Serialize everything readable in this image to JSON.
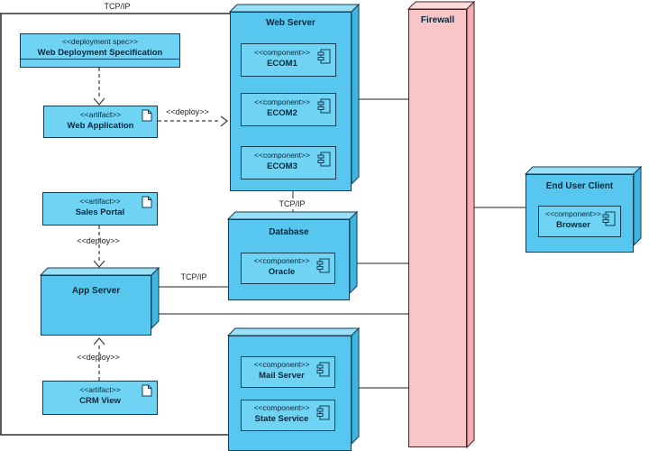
{
  "labels": {
    "tcpip_top": "TCP/IP",
    "tcpip_ws_db": "TCP/IP",
    "tcpip_as_db": "TCP/IP",
    "deploy_ws": "<<deploy>>",
    "deploy_sp": "<<deploy>>",
    "deploy_crm": "<<deploy>>"
  },
  "nodes": {
    "web_server": {
      "title": "Web Server",
      "components": [
        {
          "stereotype": "<<component>>",
          "name": "ECOM1"
        },
        {
          "stereotype": "<<component>>",
          "name": "ECOM2"
        },
        {
          "stereotype": "<<component>>",
          "name": "ECOM3"
        }
      ]
    },
    "database": {
      "title": "Database",
      "components": [
        {
          "stereotype": "<<component>>",
          "name": "Oracle"
        }
      ]
    },
    "services": {
      "title": "",
      "components": [
        {
          "stereotype": "<<component>>",
          "name": "Mail Server"
        },
        {
          "stereotype": "<<component>>",
          "name": "State Service"
        }
      ]
    },
    "app_server": {
      "title": "App Server"
    },
    "firewall": {
      "title": "Firewall"
    },
    "end_user_client": {
      "title": "End User Client",
      "components": [
        {
          "stereotype": "<<component>>",
          "name": "Browser"
        }
      ]
    }
  },
  "artifacts": {
    "web_deployment_spec": {
      "stereotype": "<<deployment spec>>",
      "name": "Web Deployment Specification"
    },
    "web_application": {
      "stereotype": "<<artifact>>",
      "name": "Web Application"
    },
    "sales_portal": {
      "stereotype": "<<artifact>>",
      "name": "Sales Portal"
    },
    "crm_view": {
      "stereotype": "<<artifact>>",
      "name": "CRM View"
    }
  },
  "colors": {
    "node_fill": "#58C7EF",
    "component_fill": "#6FD3F4",
    "node_border": "#123D52",
    "firewall_fill": "#F9C6C8",
    "firewall_border": "#4A2020",
    "connector_line": "#4D4D4D"
  }
}
